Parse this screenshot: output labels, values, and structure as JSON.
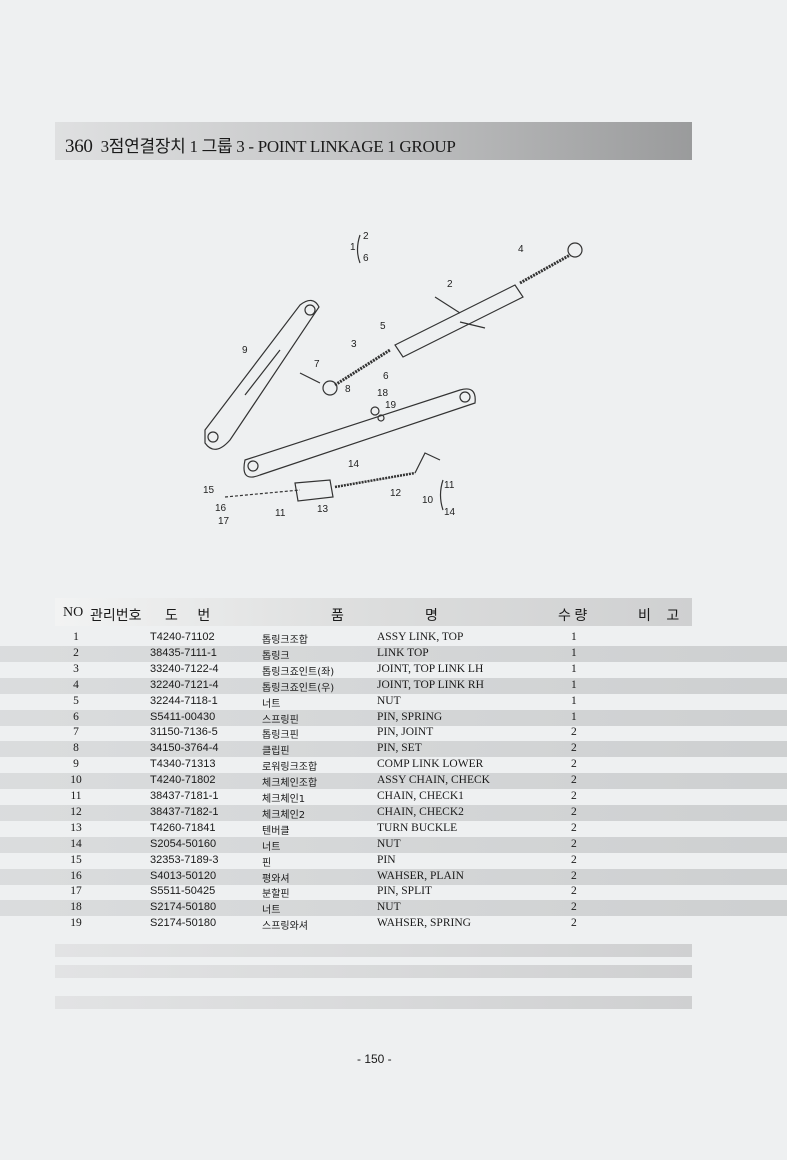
{
  "header": {
    "number": "360",
    "title": "3점연결장치 1 그룹 3 - POINT LINKAGE 1 GROUP"
  },
  "columns": {
    "no": "NO",
    "mgmt": "관리번호",
    "drawing": "도   번",
    "item": "품",
    "name": "명",
    "qty": "수 량",
    "remark": "비 고"
  },
  "diagram_labels": [
    "1",
    "2",
    "6",
    "4",
    "2",
    "9",
    "5",
    "3",
    "7",
    "6",
    "8",
    "18",
    "19",
    "14",
    "15",
    "16",
    "17",
    "11",
    "13",
    "12",
    "10",
    "11",
    "14"
  ],
  "rows": [
    {
      "no": "1",
      "part": "T4240-71102",
      "kor": "톱링크조합",
      "eng": "ASSY LINK, TOP",
      "qty": "1"
    },
    {
      "no": "2",
      "part": "38435-7111-1",
      "kor": "톱링크",
      "eng": "LINK TOP",
      "qty": "1"
    },
    {
      "no": "3",
      "part": "33240-7122-4",
      "kor": "톱링크죠인트(좌)",
      "eng": "JOINT, TOP LINK LH",
      "qty": "1"
    },
    {
      "no": "4",
      "part": "32240-7121-4",
      "kor": "톱링크죠인트(우)",
      "eng": "JOINT, TOP LINK RH",
      "qty": "1"
    },
    {
      "no": "5",
      "part": "32244-7118-1",
      "kor": "너트",
      "eng": "NUT",
      "qty": "1"
    },
    {
      "no": "6",
      "part": "S5411-00430",
      "kor": "스프링핀",
      "eng": "PIN, SPRING",
      "qty": "1"
    },
    {
      "no": "7",
      "part": "31150-7136-5",
      "kor": "톱링크핀",
      "eng": "PIN, JOINT",
      "qty": "2"
    },
    {
      "no": "8",
      "part": "34150-3764-4",
      "kor": "클립핀",
      "eng": "PIN, SET",
      "qty": "2"
    },
    {
      "no": "9",
      "part": "T4340-71313",
      "kor": "로워링크조합",
      "eng": "COMP LINK LOWER",
      "qty": "2"
    },
    {
      "no": "10",
      "part": "T4240-71802",
      "kor": "체크체인조합",
      "eng": "ASSY CHAIN, CHECK",
      "qty": "2"
    },
    {
      "no": "11",
      "part": "38437-7181-1",
      "kor": "체크체인1",
      "eng": "CHAIN, CHECK1",
      "qty": "2"
    },
    {
      "no": "12",
      "part": "38437-7182-1",
      "kor": "체크체인2",
      "eng": "CHAIN, CHECK2",
      "qty": "2"
    },
    {
      "no": "13",
      "part": "T4260-71841",
      "kor": "텐버클",
      "eng": "TURN BUCKLE",
      "qty": "2"
    },
    {
      "no": "14",
      "part": "S2054-50160",
      "kor": "너트",
      "eng": "NUT",
      "qty": "2"
    },
    {
      "no": "15",
      "part": "32353-7189-3",
      "kor": "핀",
      "eng": "PIN",
      "qty": "2"
    },
    {
      "no": "16",
      "part": "S4013-50120",
      "kor": "평와셔",
      "eng": "WAHSER, PLAIN",
      "qty": "2"
    },
    {
      "no": "17",
      "part": "S5511-50425",
      "kor": "분할핀",
      "eng": "PIN, SPLIT",
      "qty": "2"
    },
    {
      "no": "18",
      "part": "S2174-50180",
      "kor": "너트",
      "eng": "NUT",
      "qty": "2"
    },
    {
      "no": "19",
      "part": "S2174-50180",
      "kor": "스프링와셔",
      "eng": "WAHSER, SPRING",
      "qty": "2"
    }
  ],
  "page_number": "- 150 -"
}
